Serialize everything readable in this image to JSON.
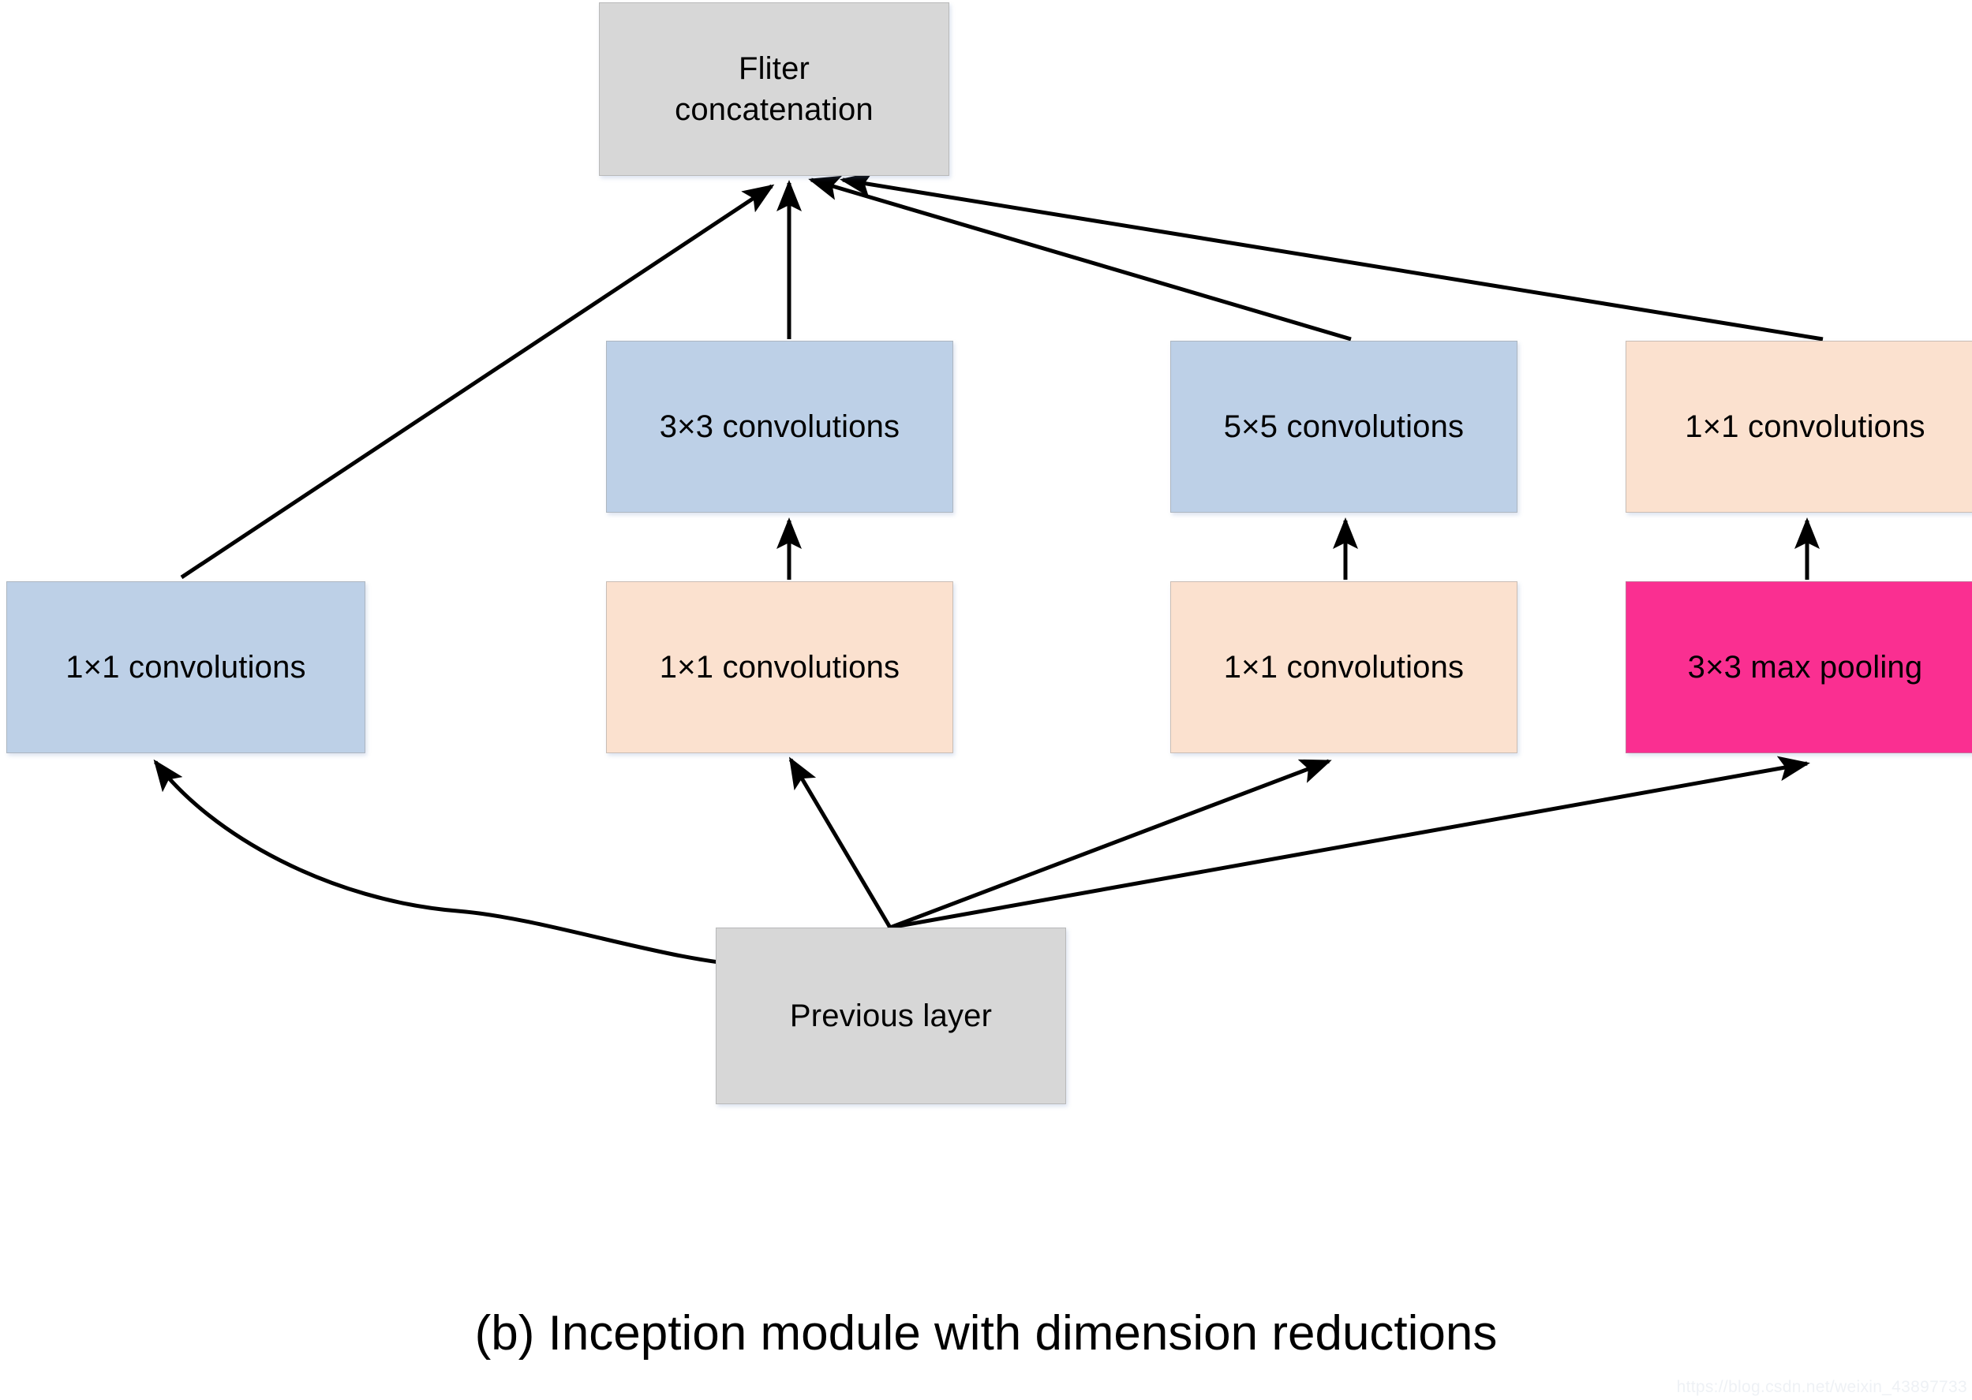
{
  "figure": {
    "caption": "(b) Inception module with dimension reductions",
    "watermark": "https://blog.csdn.net/weixin_43897733"
  },
  "colors": {
    "gray": "#d7d7d7",
    "blue": "#bdd0e7",
    "peach": "#fbe1cf",
    "pink": "#fa2f91",
    "edge": "#000000",
    "background": "#ffffff"
  },
  "nodes": {
    "filter_concatenation": {
      "label": "Fliter\nconcatenation",
      "color": "gray"
    },
    "conv1x1_left": {
      "label": "1×1 convolutions",
      "color": "blue"
    },
    "conv3x3": {
      "label": "3×3 convolutions",
      "color": "blue"
    },
    "conv5x5": {
      "label": "5×5 convolutions",
      "color": "blue"
    },
    "conv1x1_right_top": {
      "label": "1×1 convolutions",
      "color": "peach"
    },
    "conv1x1_mid_a": {
      "label": "1×1 convolutions",
      "color": "peach"
    },
    "conv1x1_mid_b": {
      "label": "1×1 convolutions",
      "color": "peach"
    },
    "maxpool3x3": {
      "label": "3×3 max pooling",
      "color": "pink"
    },
    "previous_layer": {
      "label": "Previous layer",
      "color": "gray"
    }
  },
  "edges": [
    {
      "name": "previous-to-conv1x1-left",
      "from": "previous_layer",
      "to": "conv1x1_left",
      "style": "curved"
    },
    {
      "name": "previous-to-conv1x1-mid-a",
      "from": "previous_layer",
      "to": "conv1x1_mid_a",
      "style": "straight"
    },
    {
      "name": "previous-to-conv1x1-mid-b",
      "from": "previous_layer",
      "to": "conv1x1_mid_b",
      "style": "straight"
    },
    {
      "name": "previous-to-maxpool",
      "from": "previous_layer",
      "to": "maxpool3x3",
      "style": "straight"
    },
    {
      "name": "conv1x1-mid-a-to-conv3x3",
      "from": "conv1x1_mid_a",
      "to": "conv3x3",
      "style": "straight"
    },
    {
      "name": "conv1x1-mid-b-to-conv5x5",
      "from": "conv1x1_mid_b",
      "to": "conv5x5",
      "style": "straight"
    },
    {
      "name": "maxpool-to-conv1x1-right-top",
      "from": "maxpool3x3",
      "to": "conv1x1_right_top",
      "style": "straight"
    },
    {
      "name": "conv1x1-left-to-concat",
      "from": "conv1x1_left",
      "to": "filter_concatenation",
      "style": "straight"
    },
    {
      "name": "conv3x3-to-concat",
      "from": "conv3x3",
      "to": "filter_concatenation",
      "style": "straight"
    },
    {
      "name": "conv5x5-to-concat",
      "from": "conv5x5",
      "to": "filter_concatenation",
      "style": "straight"
    },
    {
      "name": "conv1x1-right-top-to-concat",
      "from": "conv1x1_right_top",
      "to": "filter_concatenation",
      "style": "straight"
    }
  ]
}
